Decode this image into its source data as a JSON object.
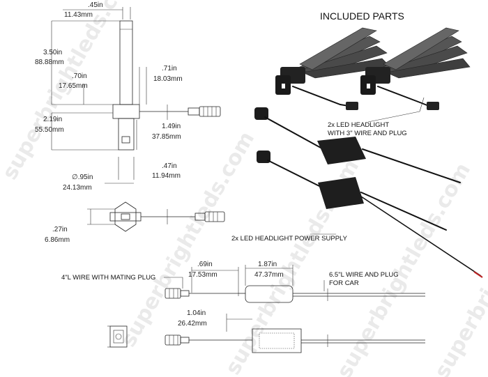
{
  "title": "INCLUDED PARTS",
  "watermark": "superbrightleds.com",
  "dimensions": {
    "d1_in": ".45in",
    "d1_mm": "11.43mm",
    "d2_in": "3.50in",
    "d2_mm": "88.88mm",
    "d3_in": ".70in",
    "d3_mm": "17.65mm",
    "d4_in": ".71in",
    "d4_mm": "18.03mm",
    "d5_in": "2.19in",
    "d5_mm": "55.50mm",
    "d6_in": "1.49in",
    "d6_mm": "37.85mm",
    "d7_in": ".47in",
    "d7_mm": "11.94mm",
    "d8_in": "∅.95in",
    "d8_mm": "24.13mm",
    "d9_in": ".27in",
    "d9_mm": "6.86mm",
    "d10_in": ".69in",
    "d10_mm": "17.53mm",
    "d11_in": "1.87in",
    "d11_mm": "47.37mm",
    "d12_in": "1.04in",
    "d12_mm": "26.42mm"
  },
  "labels": {
    "headlight_line1": "2x LED HEADLIGHT",
    "headlight_line2": "WITH 3\" WIRE AND PLUG",
    "power_supply": "2x LED HEADLIGHT POWER SUPPLY",
    "mating_plug": "4\"L WIRE WITH MATING PLUG",
    "car_wire_line1": "6.5\"L WIRE AND PLUG",
    "car_wire_line2": "FOR CAR"
  }
}
